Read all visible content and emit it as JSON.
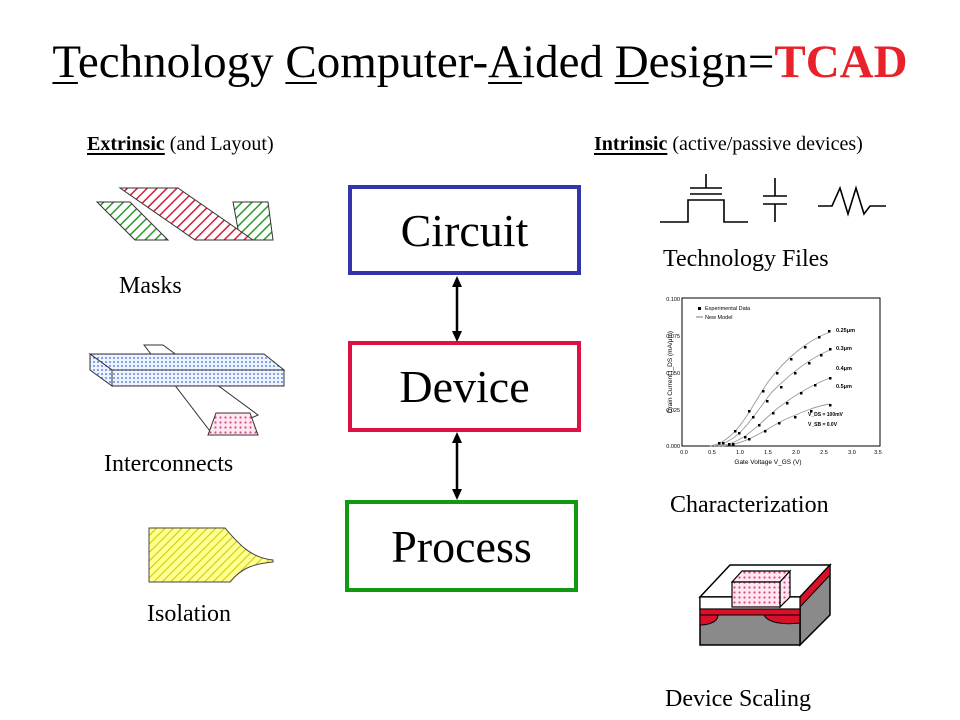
{
  "title": {
    "w1_u": "T",
    "w1_rest": "echnology ",
    "w2_u": "C",
    "w2_rest": "omputer-",
    "w3_u": "A",
    "w3_rest": "ided ",
    "w4_u": "D",
    "w4_rest": "esign=",
    "acronym": "TCAD"
  },
  "left_header": {
    "key": "Extrinsic",
    "rest": " (and Layout)"
  },
  "right_header": {
    "key": "Intrinsic",
    "rest": " (active/passive devices)"
  },
  "boxes": [
    {
      "label": "Circuit",
      "border": "#3333aa"
    },
    {
      "label": "Device",
      "border": "#dd1144"
    },
    {
      "label": "Process",
      "border": "#119911"
    }
  ],
  "left_items": [
    "Masks",
    "Interconnects",
    "Isolation"
  ],
  "right_items": [
    "Technology Files",
    "Characterization",
    "Device Scaling"
  ],
  "colors": {
    "acronym": "#e8212a",
    "hatch_green": "#2a9a2a",
    "hatch_red": "#d81b3a",
    "hatch_yellow": "#d8d800",
    "dots_blue": "#3a6ad8",
    "dots_pink": "#d84a8a",
    "scaling_red": "#d8102a"
  },
  "chart": {
    "legend": [
      "Experimental Data",
      "New Model"
    ],
    "series_labels": [
      "0.25μm",
      "0.3μm",
      "0.4μm",
      "0.5μm"
    ],
    "y_ticks": [
      "0.100",
      "0.075",
      "0.050",
      "0.025",
      "0.000"
    ],
    "x_ticks": [
      "0.0",
      "0.5",
      "1.0",
      "1.5",
      "2.0",
      "2.5",
      "3.0",
      "3.5"
    ],
    "xlabel": "Gate Voltage V_GS (V)",
    "ylabel": "Drain Current I_DS (mA/μm)",
    "notes": [
      "V_DS = 100mV",
      "V_SB = 0.0V"
    ]
  }
}
